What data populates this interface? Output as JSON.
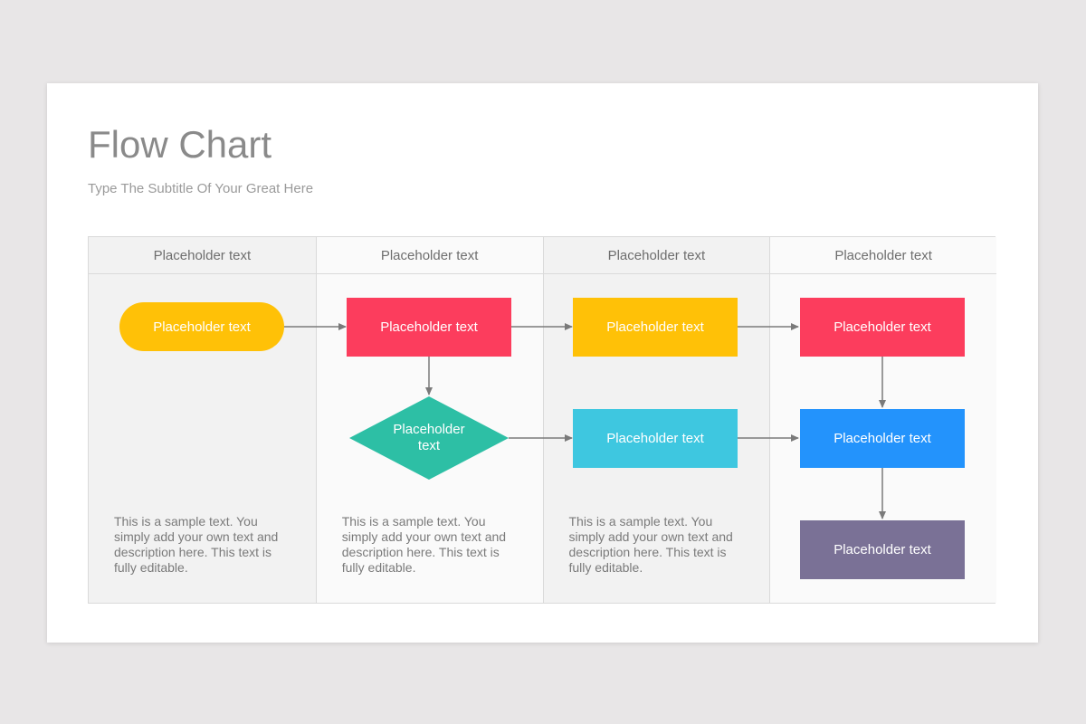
{
  "slide": {
    "title": "Flow Chart",
    "subtitle": "Type The Subtitle Of Your Great Here"
  },
  "columns": [
    {
      "header": "Placeholder text",
      "description": "This is a sample text. You simply add your own text and description here. This text is fully editable."
    },
    {
      "header": "Placeholder text",
      "description": "This is a sample text. You simply add your own text and description here. This text is fully editable."
    },
    {
      "header": "Placeholder text",
      "description": "This is a sample text. You simply add your own text and description here. This text is fully editable."
    },
    {
      "header": "Placeholder text"
    }
  ],
  "nodes": {
    "start": {
      "label": "Placeholder text",
      "color": "#ffc107",
      "shape": "rounded-terminator"
    },
    "process_red_1": {
      "label": "Placeholder text",
      "color": "#fc3d5d",
      "shape": "rectangle"
    },
    "process_yellow": {
      "label": "Placeholder text",
      "color": "#ffc107",
      "shape": "rectangle"
    },
    "process_red_2": {
      "label": "Placeholder text",
      "color": "#fc3d5d",
      "shape": "rectangle"
    },
    "decision": {
      "label": "Placeholder text",
      "color": "#2dbfa5",
      "shape": "diamond"
    },
    "process_cyan": {
      "label": "Placeholder text",
      "color": "#3ec7e0",
      "shape": "rectangle"
    },
    "process_blue": {
      "label": "Placeholder text",
      "color": "#2393fc",
      "shape": "rectangle"
    },
    "process_purple": {
      "label": "Placeholder text",
      "color": "#7a7196",
      "shape": "rectangle"
    }
  },
  "colors": {
    "arrow": "#7a7a7a"
  }
}
